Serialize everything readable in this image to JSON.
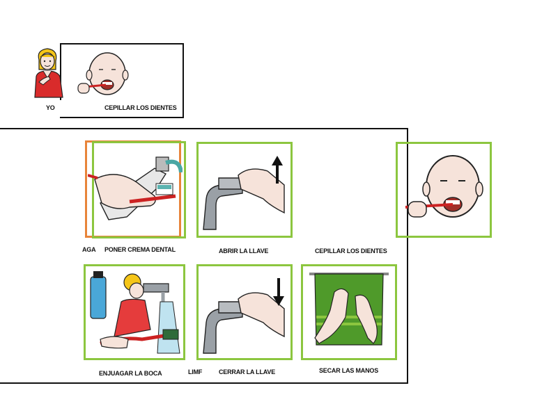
{
  "header": {
    "person_label": "YO",
    "action_label": "CEPILLAR LOS DIENTES"
  },
  "board": {
    "cells": [
      {
        "label": "AGA"
      },
      {
        "label": "PONER CREMA DENTAL"
      },
      {
        "label": "ABRIR LA LLAVE"
      },
      {
        "label": "CEPILLAR LOS DIENTES"
      },
      {
        "label": "ENJUAGAR LA BOCA"
      },
      {
        "label": "LIMF"
      },
      {
        "label": "CERRAR LA LLAVE"
      },
      {
        "label": "SECAR LAS MANOS"
      }
    ]
  },
  "colors": {
    "green_frame": "#8cc63f",
    "orange_frame": "#e8843a",
    "skin": "#f6e3da",
    "towel": "#4f9a2a",
    "faucet": "#8f9499"
  },
  "icons": [
    "girl-pointing-icon",
    "brushing-teeth-icon",
    "toothpaste-icon",
    "open-tap-icon",
    "rinse-mouth-icon",
    "close-tap-icon",
    "dry-hands-icon"
  ]
}
